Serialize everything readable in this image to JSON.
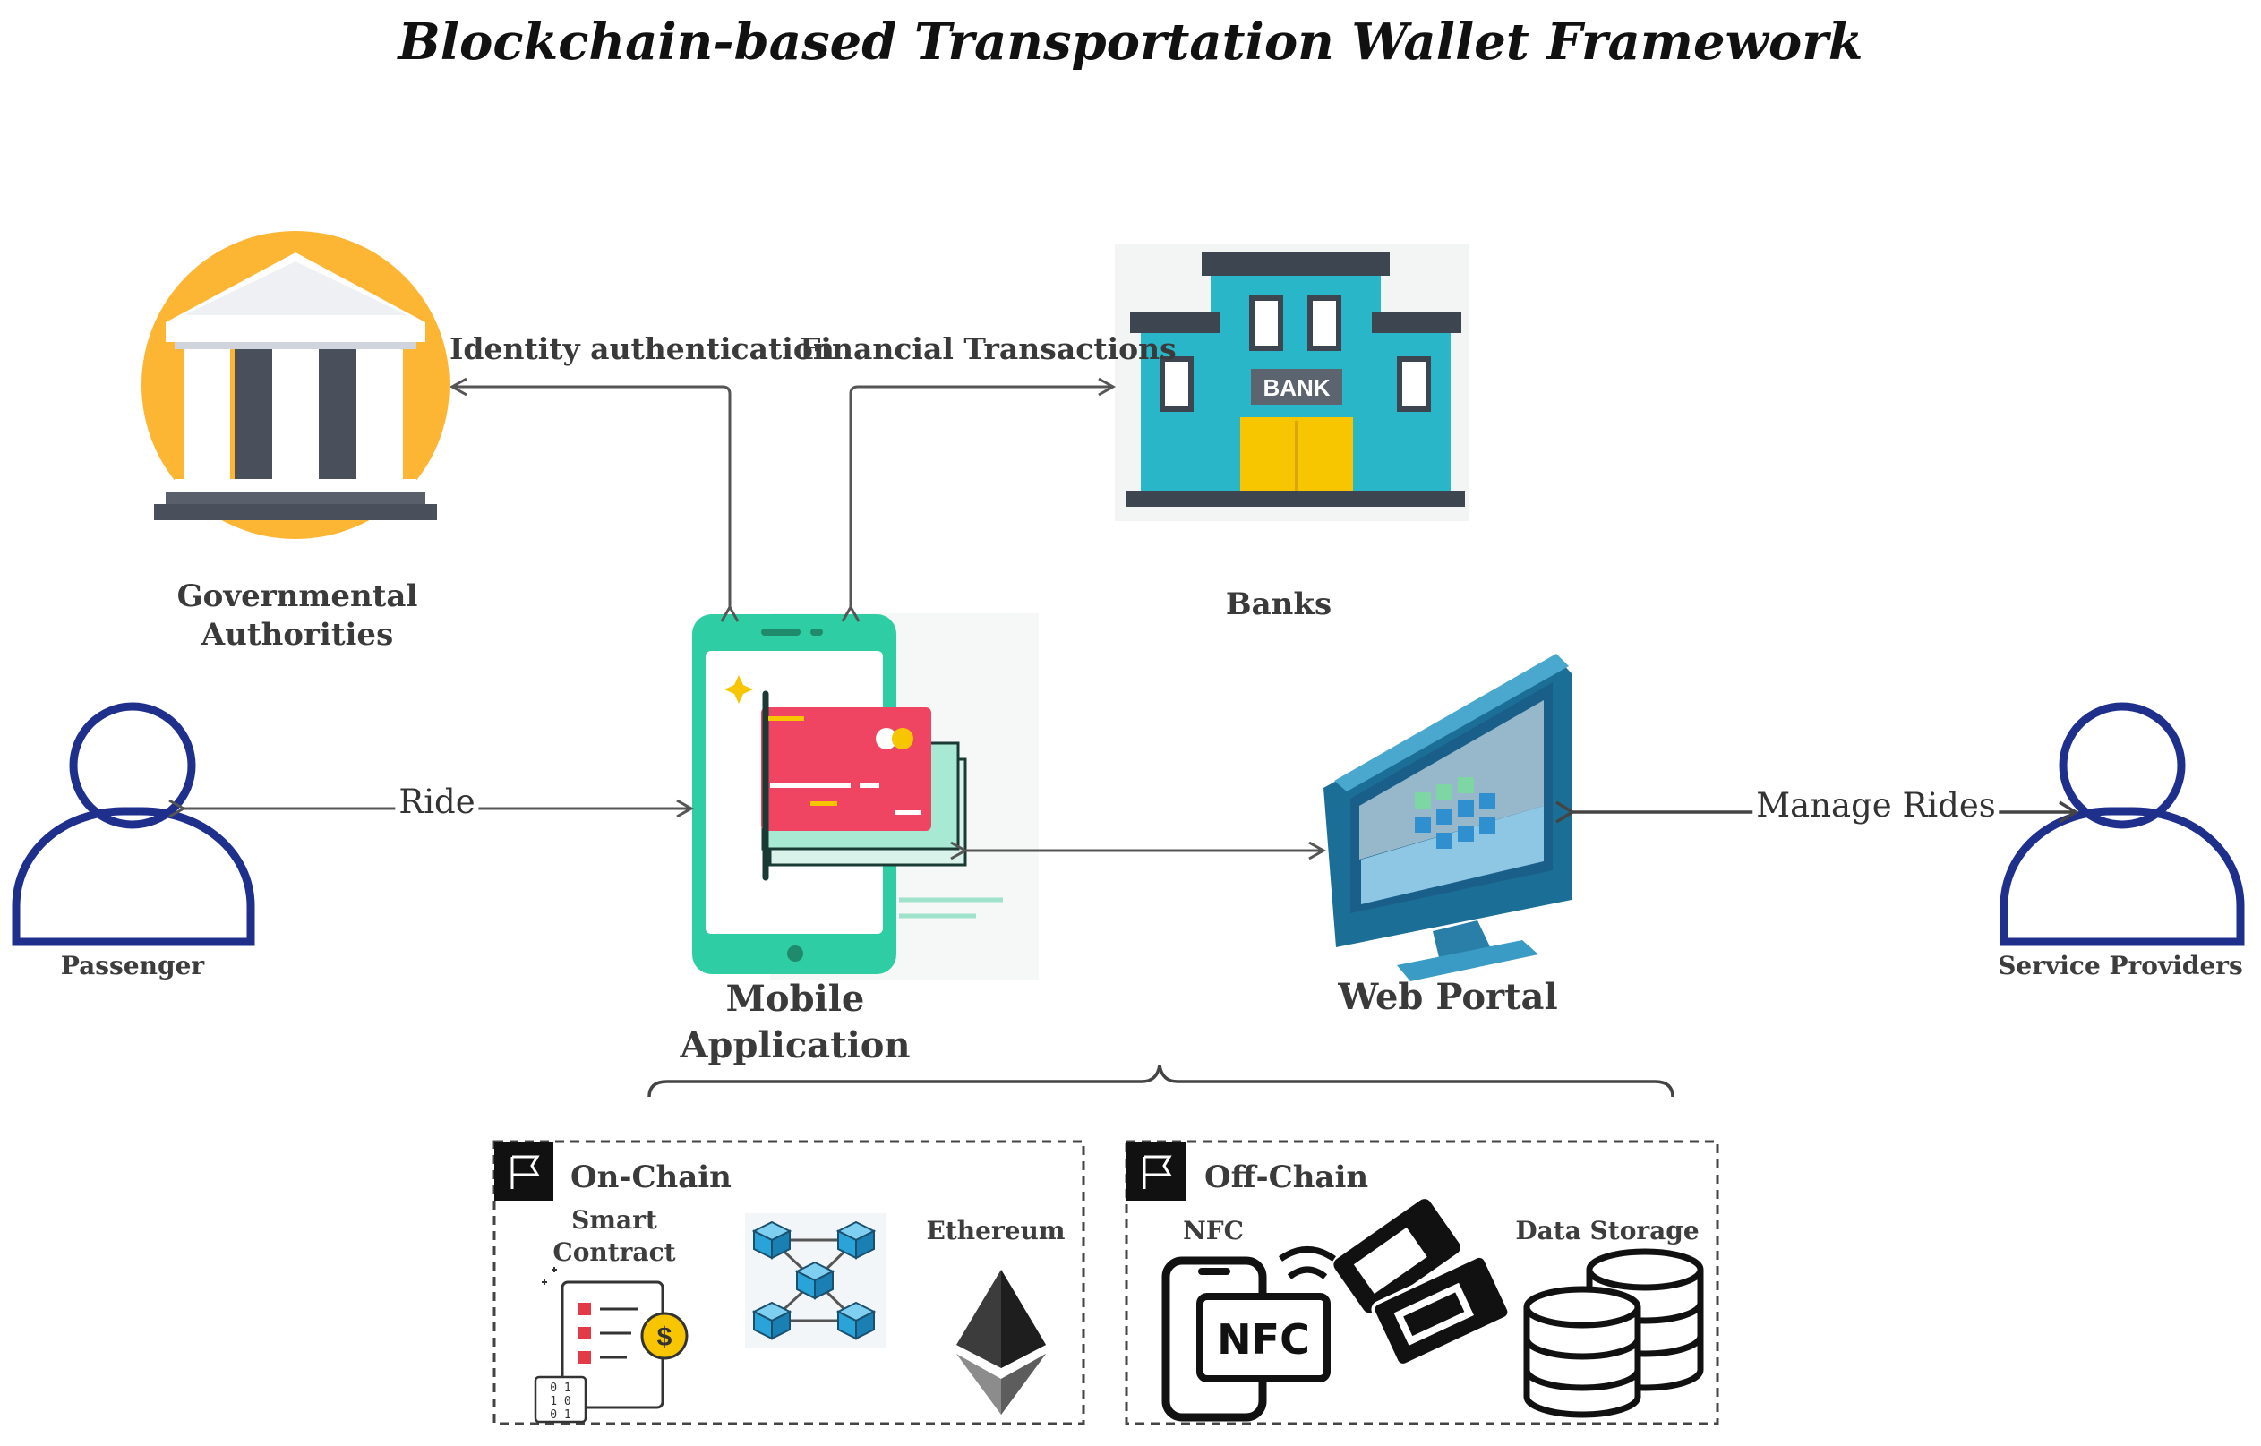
{
  "title": "Blockchain-based Transportation Wallet Framework",
  "nodes": {
    "government": "Governmental\nAuthorities",
    "banks": "Banks",
    "passenger": "Passenger",
    "service_providers": "Service Providers",
    "mobile_app": "Mobile\nApplication",
    "web_portal": "Web Portal"
  },
  "edges": {
    "identity": "Identity authentication",
    "financial": "Financial Transactions",
    "ride": "Ride",
    "manage_rides": "Manage Rides"
  },
  "bank_sign": "BANK",
  "on_chain": {
    "title": "On-Chain",
    "smart_contract": "Smart\nContract",
    "ethereum": "Ethereum",
    "smart_contract_symbol": "$",
    "binary_text": [
      "0 1",
      "1 0",
      "0 1"
    ]
  },
  "off_chain": {
    "title": "Off-Chain",
    "nfc": "NFC",
    "nfc_symbol": "NFC",
    "data_storage": "Data Storage"
  },
  "icons": [
    "government-building-icon",
    "bank-building-icon",
    "passenger-person-icon",
    "service-provider-person-icon",
    "mobile-wallet-icon",
    "web-portal-monitor-icon",
    "smart-contract-icon",
    "blockchain-cubes-icon",
    "ethereum-icon",
    "nfc-phone-icon",
    "tickets-icon",
    "database-icon",
    "flag-icon"
  ],
  "colors": {
    "government_circle": "#FDB534",
    "building_dark": "#4a4f5c",
    "bank_teal": "#29B6C9",
    "bank_door": "#F7C600",
    "phone_green": "#2ECDA3",
    "card_red": "#EF4462",
    "person_blue": "#1F2F8C",
    "monitor_blue": "#2a8fbd",
    "arrow_gray": "#555555"
  }
}
